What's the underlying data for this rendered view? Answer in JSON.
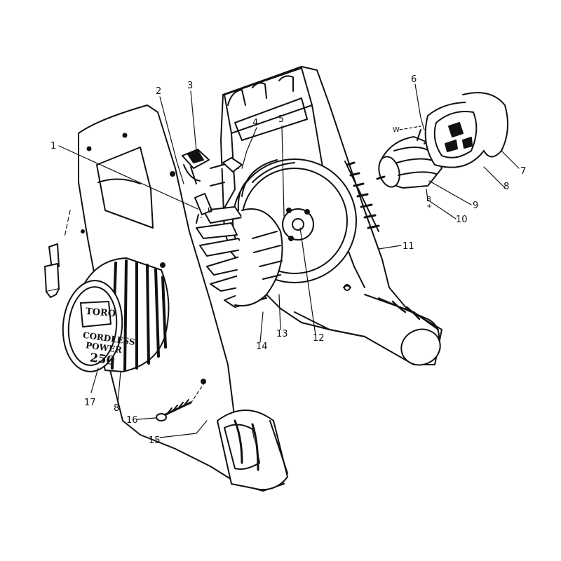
{
  "colors": {
    "line": "#111111",
    "fill_dark": "#1a1a1a",
    "background": "#ffffff"
  },
  "callouts": {
    "c1": "1",
    "c2": "2",
    "c3": "3",
    "c4": "4",
    "c5": "5",
    "c6": "6",
    "c7": "7",
    "c8a": "8",
    "c8b": "8",
    "c9": "9",
    "c10": "10",
    "c11": "11",
    "c12": "12",
    "c13": "13",
    "c14": "14",
    "c15": "15",
    "c16": "16",
    "c17": "17"
  },
  "wire_labels": {
    "b_minus": "B",
    "minus_sign": "-",
    "b_plus": "B",
    "plus_sign": "+",
    "w": "W"
  },
  "logo": {
    "brand": "TORO",
    "line1": "CORDLESS",
    "line2": "POWER",
    "line3": "250"
  }
}
